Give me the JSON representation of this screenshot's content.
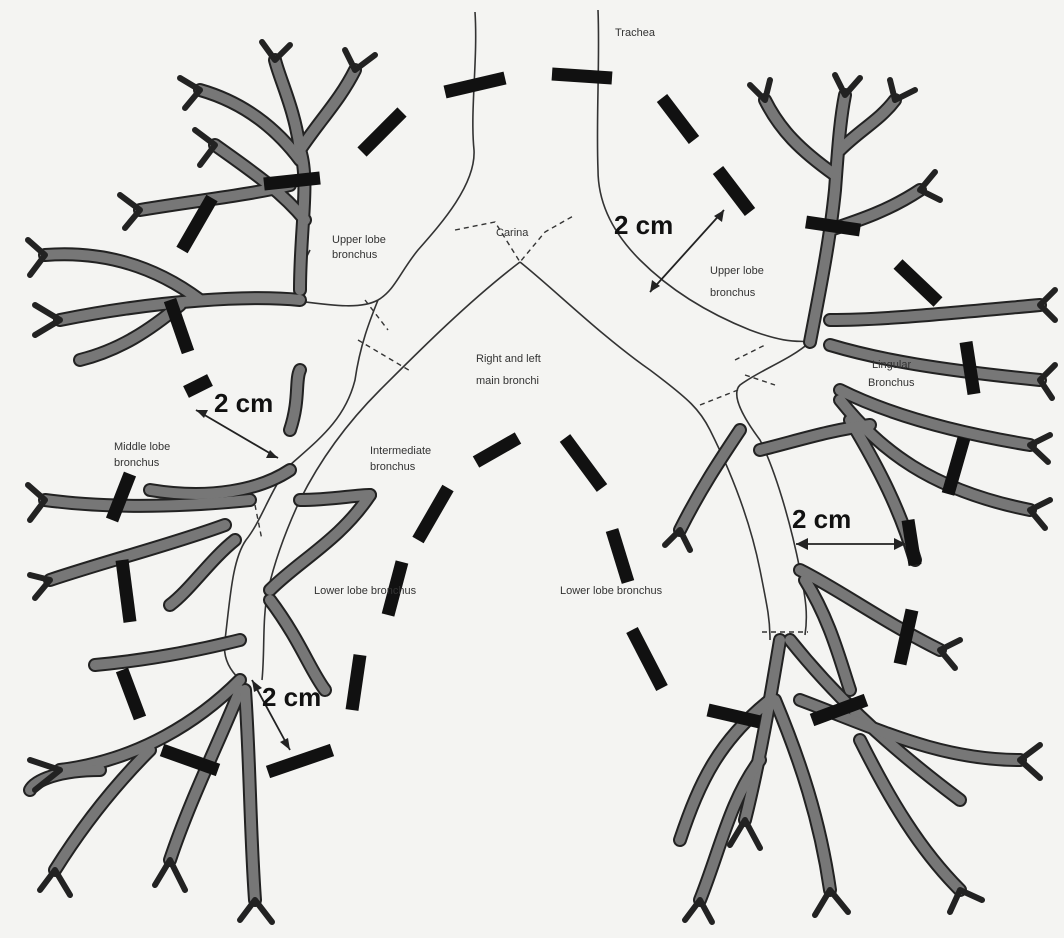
{
  "labels": {
    "trachea": "Trachea",
    "carina": "Carina",
    "right_upper_lobe": "Upper lobe",
    "right_upper_lobe_2": "bronchus",
    "left_upper_lobe": "Upper lobe",
    "left_upper_lobe_2": "bronchus",
    "main_bronchi_1": "Right and left",
    "main_bronchi_2": "main bronchi",
    "intermediate_1": "Intermediate",
    "intermediate_2": "bronchus",
    "middle_lobe_1": "Middle lobe",
    "middle_lobe_2": "bronchus",
    "lingular_1": "Lingular",
    "lingular_2": "Bronchus",
    "right_lower_lobe": "Lower lobe bronchus",
    "left_lower_lobe": "Lower lobe bronchus"
  },
  "measurements": {
    "upper_left": "2 cm",
    "middle_right": "2 cm",
    "lower_right": "2 cm",
    "lower_left_lateral": "2 cm"
  }
}
